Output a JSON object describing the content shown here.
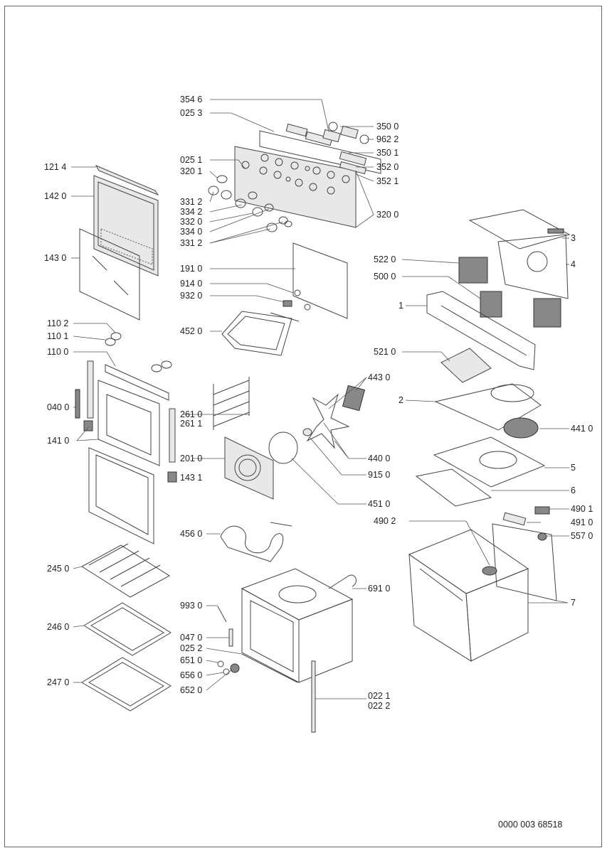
{
  "labels": {
    "p3546": "354 6",
    "p0253": "025 3",
    "p3500": "350 0",
    "p9622": "962 2",
    "p3501": "350 1",
    "p0251": "025 1",
    "p3201": "320 1",
    "p3520": "352 0",
    "p3521": "352 1",
    "p1214": "121 4",
    "p1420": "142 0",
    "p3312a": "331 2",
    "p3342": "334 2",
    "p3320": "332 0",
    "p3340": "334 0",
    "p3312b": "331 2",
    "p3200": "320 0",
    "p3": "3",
    "p1430": "143 0",
    "p5220": "522 0",
    "p4": "4",
    "p1910": "191 0",
    "p5000": "500 0",
    "p9140": "914 0",
    "p9320": "932 0",
    "p1": "1",
    "p1102": "110 2",
    "p4520": "452 0",
    "p1101": "110 1",
    "p1100": "110 0",
    "p5210": "521 0",
    "p4430": "443 0",
    "p2": "2",
    "p0400": "040 0",
    "p2610": "261 0",
    "p2611": "261 1",
    "p4410": "441 0",
    "p1410": "141 0",
    "p2010": "201 0",
    "p4400": "440 0",
    "p5": "5",
    "p9150": "915 0",
    "p1431": "143 1",
    "p6": "6",
    "p4510": "451 0",
    "p4901": "490 1",
    "p4910": "491 0",
    "p4902": "490 2",
    "p4560": "456 0",
    "p5570": "557 0",
    "p2450": "245 0",
    "p6910": "691 0",
    "p7": "7",
    "p9930": "993 0",
    "p2460": "246 0",
    "p0470": "047 0",
    "p0252": "025 2",
    "p6510": "651 0",
    "p6560": "656 0",
    "p2470": "247 0",
    "p6520": "652 0",
    "p0221": "022 1",
    "p0222": "022 2"
  },
  "doc_number": "0000 003 68518"
}
